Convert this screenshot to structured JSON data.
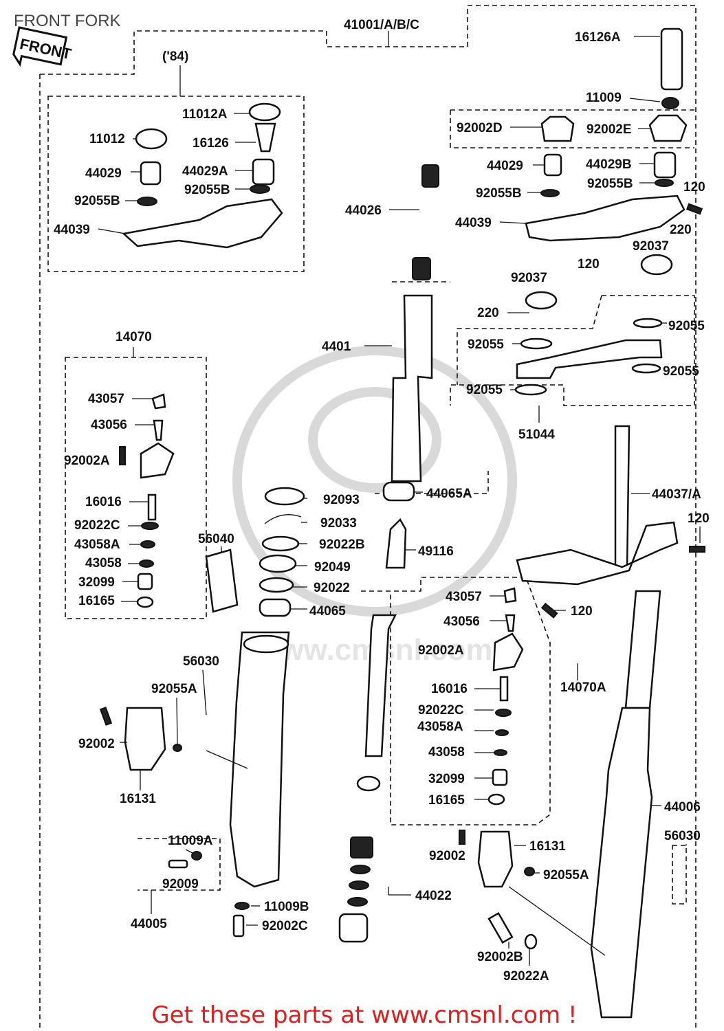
{
  "title": "FRONT FORK",
  "front_badge": "FRONT",
  "year_note": "('84)",
  "footer": "Get these parts at www.cmsnl.com !",
  "watermark_text": "www.cmsnl.com",
  "labels": {
    "41001": "41001/A/B/C",
    "16126A": "16126A",
    "11009": "11009",
    "92002D": "92002D",
    "92002E": "92002E",
    "11012A": "11012A",
    "11012": "11012",
    "16126": "16126",
    "44029_l": "44029",
    "44029A": "44029A",
    "92055B_l1": "92055B",
    "92055B_l2": "92055B",
    "44039_l": "44039",
    "44029_r": "44029",
    "44029B": "44029B",
    "92055B_r1": "92055B",
    "92055B_r2": "92055B",
    "120_a": "120",
    "44026": "44026",
    "44039_r": "44039",
    "220_a": "220",
    "92037_a": "92037",
    "120_b": "120",
    "92037_b": "92037",
    "220_b": "220",
    "92055_a": "92055",
    "92055_b": "92055",
    "92055_c": "92055",
    "92055_d": "92055",
    "4401": "4401",
    "14070": "14070",
    "51044": "51044",
    "43057_l": "43057",
    "43056_l": "43056",
    "92002A_l": "92002A",
    "16016_l": "16016",
    "92022C_l": "92022C",
    "43058A_l": "43058A",
    "43058_l": "43058",
    "32099_l": "32099",
    "16165_l": "16165",
    "56040": "56040",
    "92093": "92093",
    "92033": "92033",
    "92022B": "92022B",
    "92049": "92049",
    "92022": "92022",
    "44065": "44065",
    "44065A": "44065A",
    "49116": "49116",
    "44037A": "44037/A",
    "120_c": "120",
    "120_d": "120",
    "43057_r": "43057",
    "43056_r": "43056",
    "92002A_r": "92002A",
    "16016_r": "16016",
    "92022C_r": "92022C",
    "43058A_r": "43058A",
    "43058_r": "43058",
    "32099_r": "32099",
    "16165_r": "16165",
    "14070A": "14070A",
    "56030_l": "56030",
    "92055A_l": "92055A",
    "92002_l": "92002",
    "16131_l": "16131",
    "11009A": "11009A",
    "92009": "92009",
    "44005": "44005",
    "11009B": "11009B",
    "92002C": "92002C",
    "44022": "44022",
    "92002_r": "92002",
    "16131_r": "16131",
    "92055A_r": "92055A",
    "44006": "44006",
    "56030_r": "56030",
    "92002B": "92002B",
    "92022A": "92022A"
  }
}
